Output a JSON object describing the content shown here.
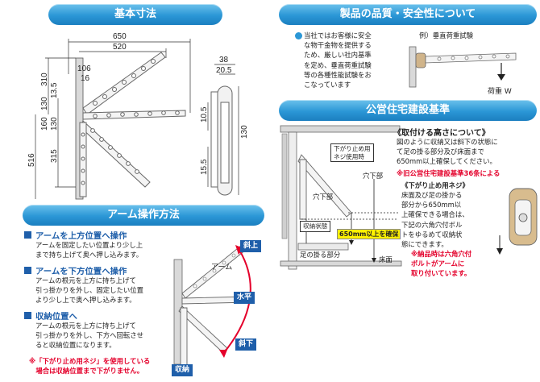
{
  "sections": {
    "basic_dims": "基本寸法",
    "quality": "製品の品質・安全性について",
    "public_housing": "公営住宅建設基準",
    "arm_ops": "アーム操作方法"
  },
  "dims": {
    "w650": "650",
    "w520": "520",
    "v106": "106",
    "v16": "16",
    "h310": "310",
    "h130": "130",
    "h135": "13.5",
    "h160": "160",
    "h315": "315",
    "h516": "516",
    "s38": "38",
    "s205": "20.5",
    "s105": "10.5",
    "s130": "130",
    "s155": "15.5"
  },
  "quality": {
    "body": [
      "当社ではお客様に安全",
      "な物干金物を提供する",
      "ため、厳しい社内基準",
      "を定め、垂直荷重試験",
      "等の各種性能試験をお",
      "こなっています"
    ],
    "example_label": "例）垂直荷重試験",
    "load_label": "荷重 W"
  },
  "housing": {
    "heading": "《取付ける高さについて》",
    "body": [
      "図のように収納又は斜下の状態に",
      "て足の掛る部分及び床面まで",
      "650mm以上確保してください。"
    ],
    "note": "※旧公営住宅建設基準36条による",
    "labels": {
      "stopper": [
        "下がり止め用",
        "ネジ使用時"
      ],
      "slant_down": "穴下部",
      "slant_down2": "穴下部",
      "stored": "収納状態",
      "min_height": "650mm以上を確保",
      "foothold": "足の掛る部分",
      "floor": "床面"
    },
    "stopper_heading": "《下がり止め用ネジ》",
    "stopper_body": [
      "床面及び足の掛かる",
      "部分から650mm以",
      "上確保できる場合は、",
      "下記の六角穴付ボル",
      "トをゆるめて収納状",
      "態にできます。"
    ],
    "stopper_note": [
      "※納品時は六角穴付",
      "ボルトがアームに",
      "取り付いています。"
    ]
  },
  "arm": {
    "up_title": "アームを上方位置へ操作",
    "up_body": [
      "アームを固定したい位置より少し上",
      "まで持ち上げて奥へ押し込みます。"
    ],
    "down_title": "アームを下方位置へ操作",
    "down_body": [
      "アームの根元を上方に持ち上げて",
      "引っ掛かりを外し、固定したい位置",
      "より少し上で奥へ押し込みます。"
    ],
    "store_title": "収納位置へ",
    "store_body": [
      "アームの根元を上方に持ち上げて",
      "引っ掛かりを外し、下方へ回転させ",
      "ると収納位置になります。"
    ],
    "note": [
      "※「下がり止め用ネジ」を使用している",
      "　場合は収納位置まで下がりません。"
    ],
    "positions": {
      "up": "斜上",
      "level": "水平",
      "down": "斜下",
      "stored": "収納"
    },
    "arm_label": "アーム"
  },
  "colors": {
    "accent": "#2b97d6",
    "tag": "#1f5faa",
    "warning": "#e4002b"
  }
}
